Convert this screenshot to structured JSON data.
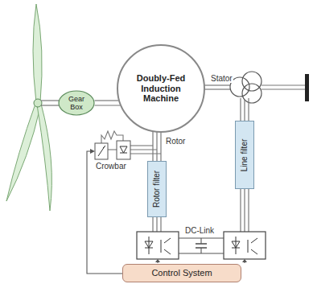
{
  "diagram": {
    "nodes": [
      {
        "text": [
          "Gear Box"
        ]
      },
      {
        "text": [
          "Doubly-Fed Induction Machine"
        ]
      },
      {
        "text": [
          "Rotor filter"
        ]
      },
      {
        "text": [
          "Line filter"
        ]
      },
      {
        "text": [
          "Control System"
        ]
      }
    ],
    "edges": [
      {
        "from": 0,
        "to": 1,
        "arrow": "none"
      },
      {
        "from": 1,
        "to": 2,
        "arrow": "none"
      }
    ],
    "labels": [
      "Stator",
      "Rotor",
      "Crowbar",
      "DC-Link"
    ]
  }
}
